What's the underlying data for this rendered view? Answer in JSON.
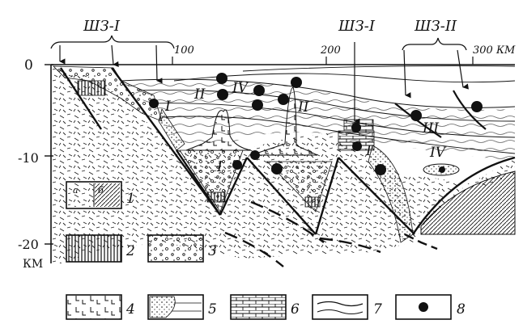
{
  "diagram": {
    "zones": {
      "sz1_left": "ШЗ-I",
      "sz1_right": "ШЗ-I",
      "sz2": "ШЗ-II"
    },
    "distance_axis": {
      "tick_100": "100",
      "tick_200": "200",
      "tick_300": "300",
      "unit": "КМ"
    },
    "depth_axis": {
      "tick_0": "0",
      "tick_10": "-10",
      "tick_20": "-20",
      "unit": "КМ"
    },
    "zone_labels": {
      "i_a": "I",
      "i_b": "I",
      "i_c": "I",
      "ii_a": "II",
      "ii_b": "II",
      "iii": "III",
      "iv_a": "IV",
      "iv_b": "IV"
    },
    "legend": [
      {
        "id": "1",
        "label": "1",
        "sub_a": "а",
        "sub_b": "б",
        "pattern": "granite-dashes / hatch"
      },
      {
        "id": "2",
        "label": "2",
        "pattern": "vertical-lines"
      },
      {
        "id": "3",
        "label": "3",
        "pattern": "pebbles"
      },
      {
        "id": "4",
        "label": "4",
        "pattern": "L-marks"
      },
      {
        "id": "5",
        "label": "5",
        "pattern": "stippled-wedge"
      },
      {
        "id": "6",
        "label": "6",
        "pattern": "brick"
      },
      {
        "id": "7",
        "label": "7",
        "pattern": "wavy-lines"
      },
      {
        "id": "8",
        "label": "8",
        "pattern": "deposit-dot"
      }
    ]
  }
}
